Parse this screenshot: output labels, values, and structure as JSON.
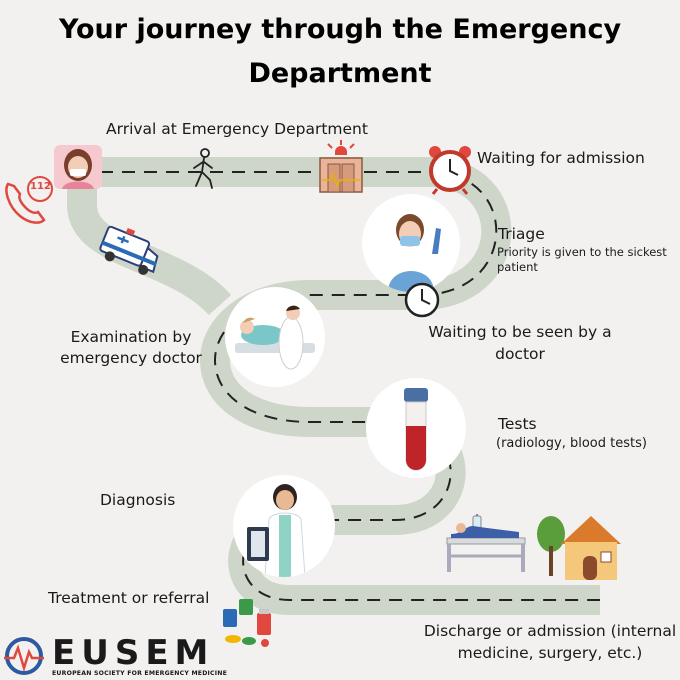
{
  "title_line1": "Your journey through the Emergency",
  "title_line2": "Department",
  "steps": {
    "arrival": "Arrival at Emergency Department",
    "waiting_admission": "Waiting for admission",
    "triage": "Triage",
    "triage_note": "Priority is given to the sickest patient",
    "waiting_doctor_1": "Waiting to be seen by a",
    "waiting_doctor_2": "doctor",
    "examination_1": "Examination by",
    "examination_2": "emergency doctor",
    "tests": "Tests",
    "tests_note": "(radiology, blood tests)",
    "diagnosis": "Diagnosis",
    "treatment": "Treatment or referral",
    "discharge_1": "Discharge or admission (internal",
    "discharge_2": "medicine, surgery, etc.)"
  },
  "phone_number": "112",
  "logo": {
    "name": "EUSEM",
    "subtitle": "EUROPEAN SOCIETY FOR EMERGENCY MEDICINE"
  },
  "colors": {
    "road": "#cdd6c9",
    "dash": "#222222",
    "background": "#f2f1ef",
    "accent_red": "#e0473f",
    "blue": "#2b6bb5"
  }
}
